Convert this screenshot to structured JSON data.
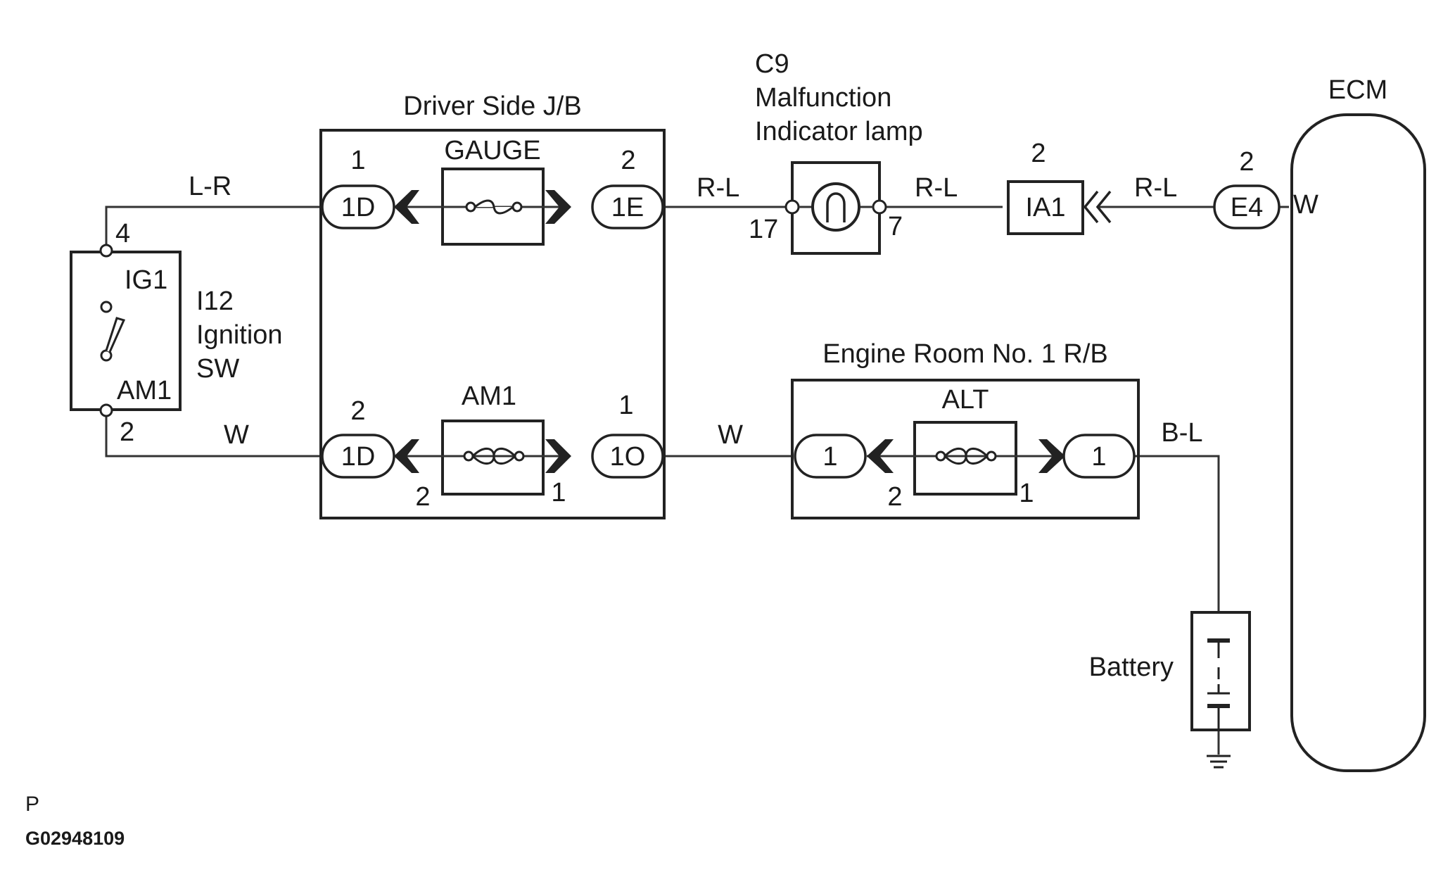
{
  "diagram": {
    "code_letter": "P",
    "figure_id": "G02948109",
    "ignition_switch": {
      "name": "I12",
      "line2": "Ignition",
      "line3": "SW",
      "terminal_ig1": "IG1",
      "terminal_am1": "AM1",
      "pin_top": "4",
      "pin_bottom": "2"
    },
    "driver_jb": {
      "title": "Driver Side J/B",
      "gauge_fuse": "GAUGE",
      "am1_fuse": "AM1",
      "top_left_conn": "1D",
      "top_left_pin": "1",
      "top_right_conn": "1E",
      "top_right_pin": "2",
      "bot_left_conn": "1D",
      "bot_left_pin": "2",
      "bot_left_pin_below": "2",
      "bot_right_conn": "1O",
      "bot_right_pin": "1",
      "bot_right_pin_below": "1"
    },
    "mil": {
      "id": "C9",
      "line2": "Malfunction",
      "line3": "Indicator lamp",
      "pin_left": "17",
      "pin_right": "7"
    },
    "ia1": {
      "label": "IA1",
      "pin": "2"
    },
    "ecm": {
      "label": "ECM",
      "conn": "E4",
      "conn_pin": "2",
      "wire_color": "W"
    },
    "engine_rb": {
      "title": "Engine Room No. 1 R/B",
      "fuse": "ALT",
      "left_conn": "1",
      "right_conn": "1",
      "pin_left_below": "2",
      "pin_right_below": "1"
    },
    "battery": {
      "label": "Battery"
    },
    "wires": {
      "sw_to_jb_top": "L-R",
      "jb_to_mil": "R-L",
      "mil_to_ia1": "R-L",
      "ia1_to_ecm": "R-L",
      "sw_to_jb_bottom": "W",
      "jb_to_rb": "W",
      "rb_to_battery": "B-L"
    }
  }
}
